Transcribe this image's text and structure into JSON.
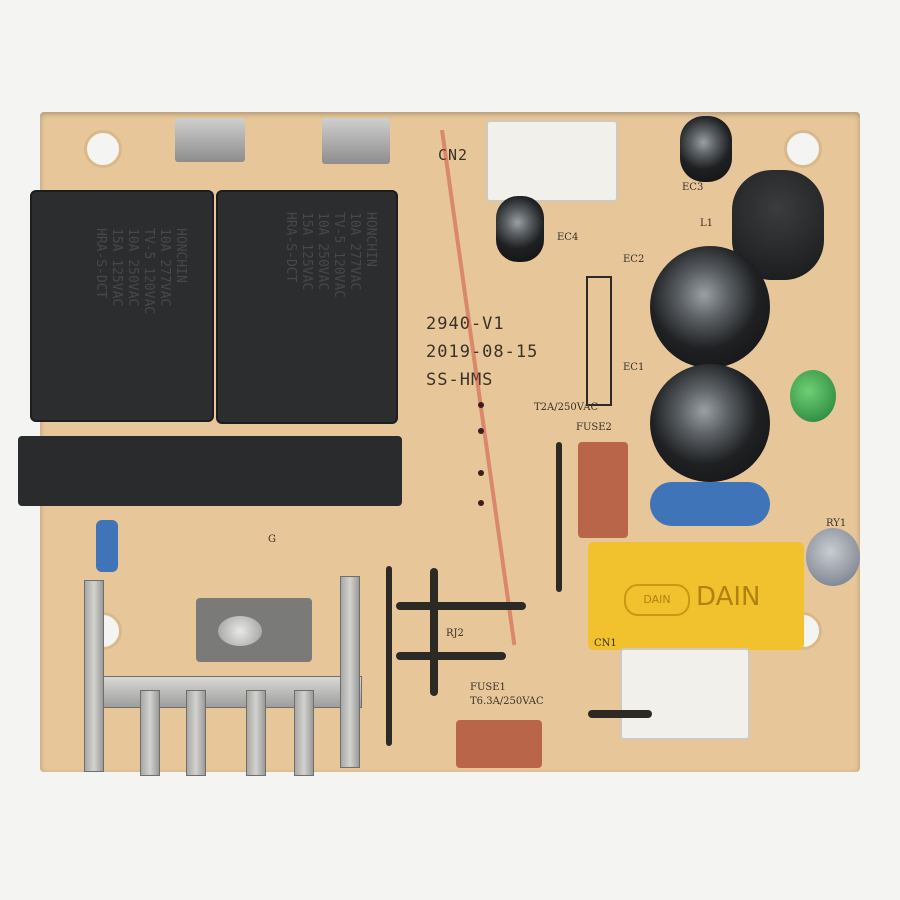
{
  "board": {
    "label_cn2": "CN2",
    "model": "2940-V1",
    "date": "2019-08-15",
    "series": "SS-HMS",
    "fuse2_rating": "T2A/250VAC",
    "fuse2_label": "FUSE2",
    "fuse1_label": "FUSE1",
    "fuse1_rating": "T6.3A/250VAC",
    "l1": "L1",
    "ec1": "EC1",
    "ec2": "EC2",
    "ec3": "EC3",
    "ec4": "EC4",
    "rj2": "RJ2",
    "g_label": "G",
    "ry1": "RY1",
    "cn1": "CN1"
  },
  "relay_left": {
    "lines": [
      "HONCHIN",
      "10A 277VAC",
      "TV-5 120VAC",
      "10A 250VAC",
      "15A 125VAC",
      "HRA-S-DCT"
    ]
  },
  "relay_right": {
    "lines": [
      "HONCHIN",
      "10A 277VAC",
      "TV-5 120VAC",
      "10A 250VAC",
      "15A 125VAC",
      "HRA-S-DCT"
    ]
  },
  "capacitor_x2": {
    "brand_logo": "DAIN",
    "brand_text": "DAIN"
  },
  "colors": {
    "pcb": "#e7c79a",
    "relay": "#2b2d2f",
    "x2_cap": "#f2c12e",
    "varistor": "#3f74b8",
    "fuse": "#b8654a"
  }
}
